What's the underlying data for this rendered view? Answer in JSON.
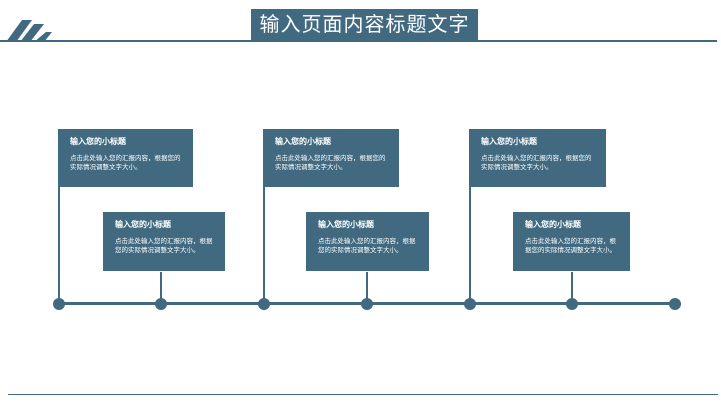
{
  "title": "输入页面内容标题文字",
  "cards": [
    {
      "title": "输入您的小标题",
      "body": "点击此处输入您的汇报内容，根据您的实际情况调整文字大小。"
    },
    {
      "title": "输入您的小标题",
      "body": "点击此处输入您的汇报内容，根据您的实际情况调整文字大小。"
    },
    {
      "title": "输入您的小标题",
      "body": "点击此处输入您的汇报内容，根据您的实际情况调整文字大小。"
    },
    {
      "title": "输入您的小标题",
      "body": "点击此处输入您的汇报内容，根据您的实际情况调整文字大小。"
    },
    {
      "title": "输入您的小标题",
      "body": "点击此处输入您的汇报内容，根据您的实际情况调整文字大小。"
    },
    {
      "title": "输入您的小标题",
      "body": "点击此处输入您的汇报内容，根据您的实际情况调整文字大小。"
    }
  ],
  "colors": {
    "accent": "#416a81",
    "background": "#ffffff",
    "text_on_accent": "#ffffff"
  },
  "icons": [
    "diagonal-stripes-icon"
  ]
}
